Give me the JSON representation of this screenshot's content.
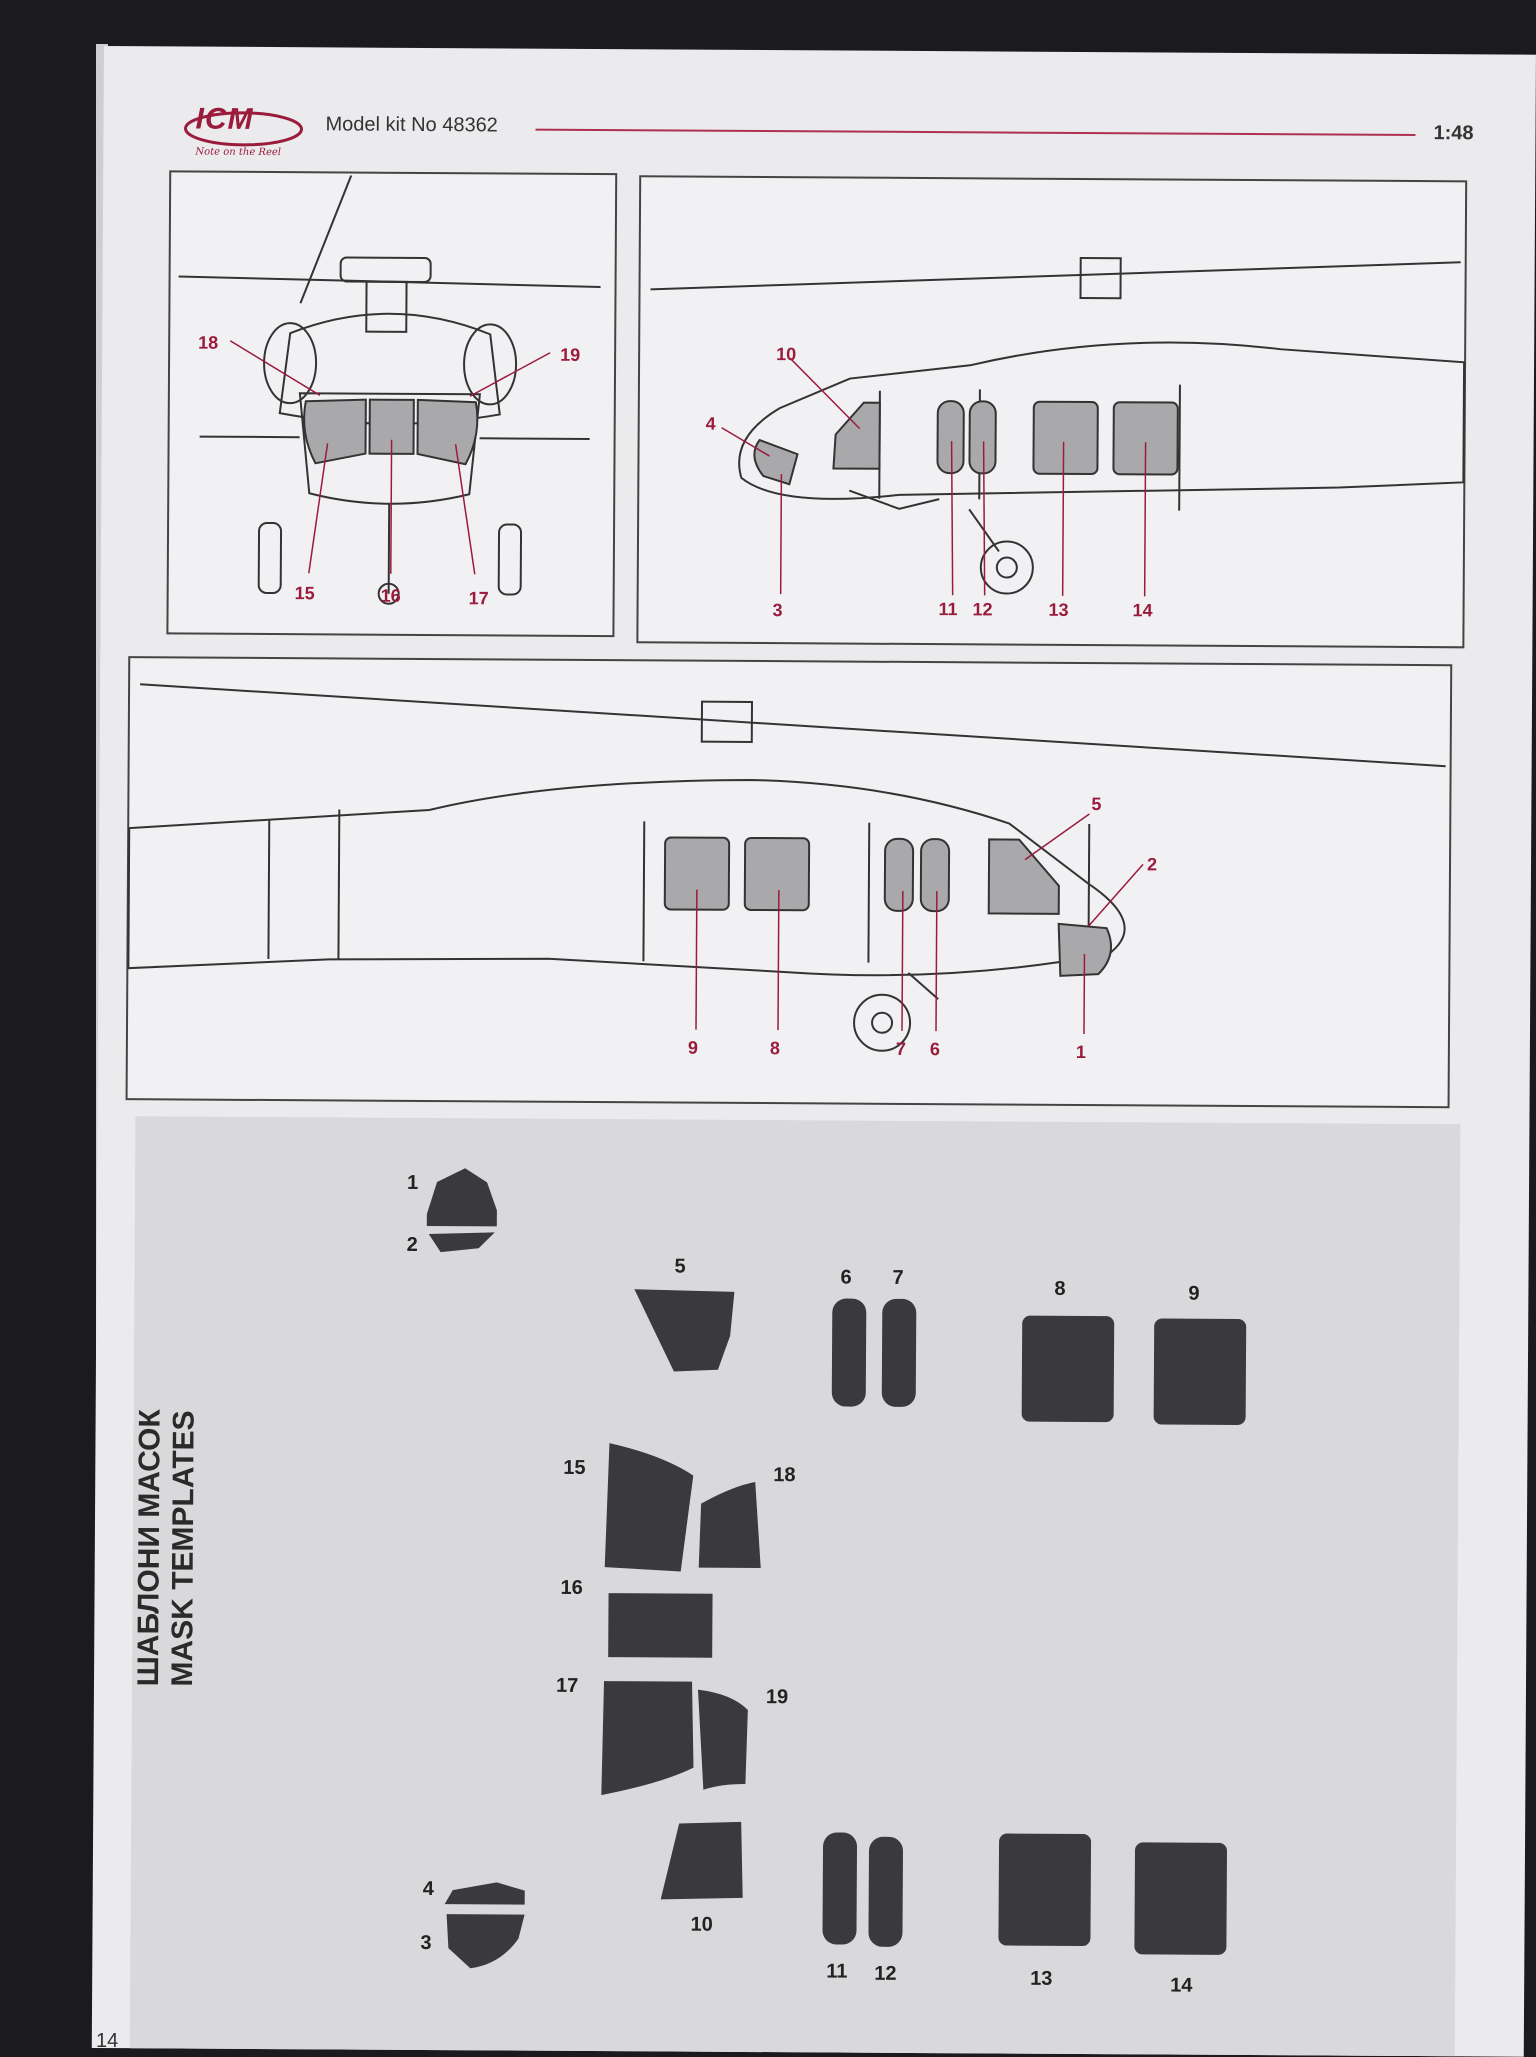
{
  "header": {
    "brand": "ICM",
    "tagline": "Note on the Reel",
    "kit_label": "Model kit No 48362",
    "scale": "1:48"
  },
  "callouts": {
    "front": [
      "18",
      "19",
      "15",
      "16",
      "17"
    ],
    "side_right": [
      "10",
      "4",
      "3",
      "11",
      "12",
      "13",
      "14"
    ],
    "side_left": [
      "5",
      "2",
      "9",
      "8",
      "7",
      "6",
      "1"
    ]
  },
  "section": {
    "title_ua": "ШАБЛОНИ МАСОК",
    "title_en": "MASK TEMPLATES"
  },
  "masks": [
    "1",
    "2",
    "5",
    "6",
    "7",
    "8",
    "9",
    "15",
    "18",
    "16",
    "17",
    "19",
    "4",
    "3",
    "10",
    "11",
    "12",
    "13",
    "14"
  ],
  "page_number": "14",
  "colors": {
    "accent": "#9b1b3c",
    "mask": "#3a3a3c",
    "glass": "#a9a9ab"
  }
}
